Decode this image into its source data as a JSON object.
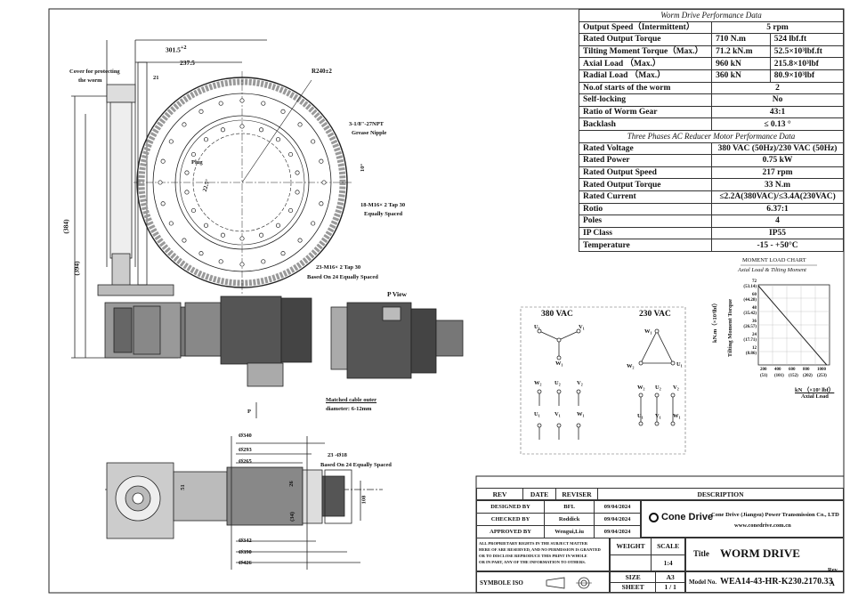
{
  "drawing": {
    "dims": {
      "d301": "301.5",
      "d301_tol": "+2",
      "d237": "237.5",
      "d21": "21",
      "r240": "R240±2",
      "npt": "3-1/8\"-27NPT",
      "grease": "Grease Nipple",
      "plug": "Plug",
      "a22": "22.5°",
      "a10": "10°",
      "taps30": "18-M16× 2 Tap 30",
      "eq1": "Equally Spaced",
      "taps23": "23-M16× 2 Tap 30",
      "eq2": "Based On 24 Equally Spaced",
      "cover1": "Cover for protecting",
      "cover2": "the worm",
      "d384": "(384)",
      "d394": "(394)",
      "pview": "P View",
      "cable1": "Matched cable outer",
      "cable2": "diameter: 6-12mm",
      "p": "P",
      "d340": "Ø340",
      "d293": "Ø293",
      "d265": "Ø265",
      "d342": "Ø342",
      "d390": "Ø390",
      "d426": "Ø426",
      "holes": "23 -Ø18",
      "holes_eq": "Based On 24 Equally Spaced",
      "d26": "26",
      "d34": "(34)",
      "d108": "108",
      "d51": "51"
    },
    "wiring": {
      "v380": "380 VAC",
      "v230": "230 VAC",
      "U1": "U₁",
      "V1": "V₁",
      "W1": "W₁",
      "U2": "U₂",
      "V2": "V₂",
      "W2": "W₂"
    }
  },
  "performance": {
    "title": "Worm Drive Performance Data",
    "rows": [
      [
        "Output Speed（Intermittent）",
        "5 rpm",
        ""
      ],
      [
        "Rated Output Torque",
        "710 N.m",
        "524 lbf.ft"
      ],
      [
        "Tilting Moment Torque（Max.）",
        "71.2 kN.m",
        "52.5×10³lbf.ft"
      ],
      [
        "Axial Load （Max.）",
        "960 kN",
        "215.8×10³lbf"
      ],
      [
        "Radial Load （Max.）",
        "360 kN",
        "80.9×10³lbf"
      ],
      [
        "No.of starts of the worm",
        "2",
        ""
      ],
      [
        "Self-locking",
        "No",
        ""
      ],
      [
        "Ratio of Worm Gear",
        "43:1",
        ""
      ],
      [
        "Backlash",
        "≤ 0.13 °",
        ""
      ]
    ],
    "motor_title": "Three Phases AC Reducer Motor Performance Data",
    "motor_rows": [
      [
        "Rated Voltage",
        "380 VAC (50Hz)/230 VAC (50Hz)"
      ],
      [
        "Rated Power",
        "0.75 kW"
      ],
      [
        "Rated Output Speed",
        "217 rpm"
      ],
      [
        "Rated Output Torque",
        "33 N.m"
      ],
      [
        "Rated Current",
        "≤2.2A(380VAC)/≤3.4A(230VAC)"
      ],
      [
        "Rotio",
        "6.37:1"
      ],
      [
        "Poles",
        "4"
      ],
      [
        "IP Class",
        "IP55"
      ],
      [
        "Temperature",
        "-15 - +50°C"
      ]
    ]
  },
  "chart_data": {
    "type": "line",
    "title": "MOMENT LOAD CHART",
    "subtitle": "Axial Load & Tilting Moment",
    "ylabel": "kN.m（×10³lbf）",
    "ylabel2": "Tilting Moment Torque",
    "xlabel": "kN （×10³ lbf）",
    "xlabel2": "Axial Load",
    "y_ticks": [
      "72",
      "(53.14)",
      "60",
      "(44.28)",
      "48",
      "(35.42)",
      "36",
      "(26.57)",
      "24",
      "(17.71)",
      "12",
      "(8.86)"
    ],
    "x_ticks": [
      "200",
      "400",
      "600",
      "800",
      "1000"
    ],
    "x_ticks2": [
      "(51)",
      "(101)",
      "(152)",
      "(202)",
      "(253)"
    ],
    "series": [
      {
        "x": [
          0,
          960
        ],
        "y": [
          71.2,
          0
        ]
      }
    ],
    "grid": true
  },
  "title_block": {
    "rev_h": "REV",
    "date_h": "DATE",
    "reviser_h": "REVISER",
    "desc_h": "DESCRIPTION",
    "designed": "DESIGNED BY",
    "designer": "BFL",
    "d1": "09/04/2024",
    "checked": "CHECKED BY",
    "checker": "Roddick",
    "d2": "09/04/2024",
    "approved": "APPROVED BY",
    "approver": "Wengui,Liu",
    "d3": "09/04/2024",
    "logo": "Cone Drive",
    "company": "Cone Drive (Jiangsu) Power Transmission Co., LTD",
    "web": "www.conedrive.com.cn",
    "rights": [
      "ALL PROPRIETARY RIGHTS IN THE SUBJECT MATTER",
      "HERE OF ARE RESERVED, AND NO PERMISSION IS GRANTED",
      "OR TO DISCLOSE REPRODUCE THIS PRINT IN WHOLE",
      "OR IN PART, ANY OF THE INFORMATION TO OTHERS."
    ],
    "weight": "WEIGHT",
    "scale": "SCALE",
    "scale_v": "1:4",
    "title_l": "Title",
    "title_v": "WORM DRIVE",
    "symbol": "SYMBOLE ISO",
    "size": "SIZE",
    "size_v": "A3",
    "sheet": "SHEET",
    "sheet_v": "1 / 1",
    "model_l": "Model No.",
    "model_v": "WEA14-43-HR-K230.2170.33",
    "rev_l": "Rev",
    "rev_v": "A"
  }
}
